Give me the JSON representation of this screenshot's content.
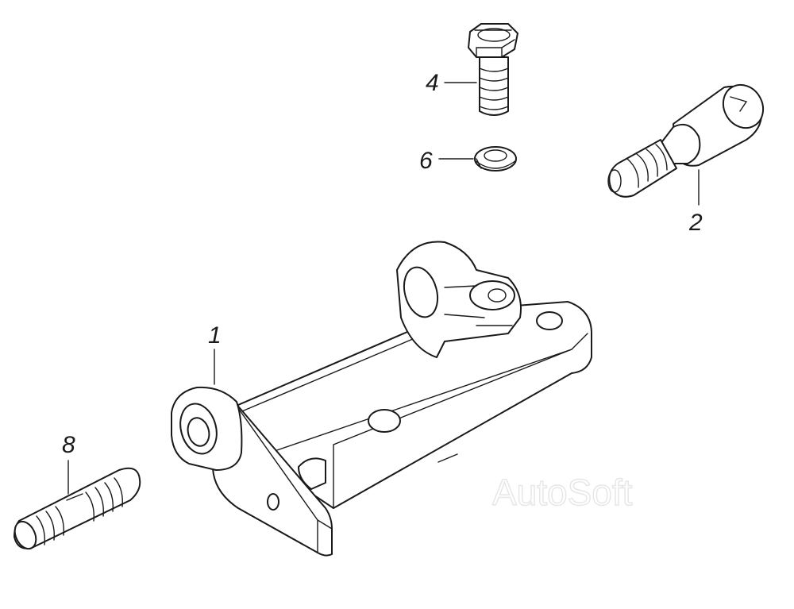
{
  "diagram": {
    "callouts": [
      {
        "id": "bracket",
        "label": "1"
      },
      {
        "id": "pin-stepped",
        "label": "2"
      },
      {
        "id": "bolt",
        "label": "4"
      },
      {
        "id": "spring-washer",
        "label": "6"
      },
      {
        "id": "stud",
        "label": "8"
      }
    ],
    "watermark": "AutoSoft"
  }
}
